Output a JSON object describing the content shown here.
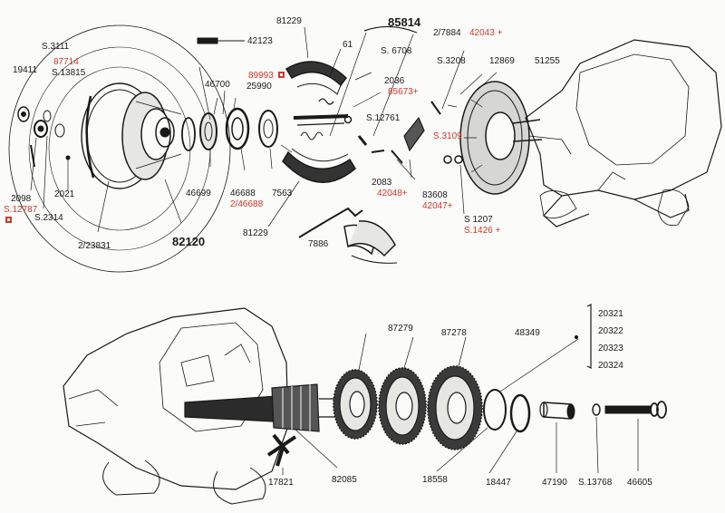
{
  "labels": {
    "n19411": "19411",
    "s3111": "S.3111",
    "n87714": "87714",
    "s13815": "S.13815",
    "n2098": "2098",
    "s12787": "S.12787",
    "s2314": "S.2314",
    "n2021": "2021",
    "n2_23831": "2/23831",
    "n82120": "82120",
    "n42123": "42123",
    "n89993": "89993",
    "n25990": "25990",
    "n46700": "46700",
    "n46699": "46699",
    "n46688": "46688",
    "n2_46688": "2/46688",
    "n7563": "7563",
    "n81229_top": "81229",
    "n61": "61",
    "n85814": "85814",
    "s6708": "S. 6708",
    "n2036": "2036",
    "n85673": "85673+",
    "n2_7884": "2/7884",
    "n42043": "42043 +",
    "s3208": "S.3208",
    "n12869": "12869",
    "n51255": "51255",
    "s12761": "S.12761",
    "s3109": "S.3109",
    "n2083": "2083",
    "n42048": "42048+",
    "n83608": "83608",
    "n42047": "42047+",
    "s1207": "S 1207",
    "s1426": "S.1426 +",
    "n81229_bot": "81229",
    "n7886": "7886",
    "n87279": "87279",
    "n87278": "87278",
    "n48349": "48349",
    "n20321": "20321",
    "n20322": "20322",
    "n20323": "20323",
    "n20324": "20324",
    "n17821": "17821",
    "n82085": "82085",
    "n18558": "18558",
    "n18447": "18447",
    "n47190": "47190",
    "s13768": "S.13768",
    "n46605": "46605"
  },
  "colors": {
    "ink": "#1a1a1a",
    "highlight": "#d0392a",
    "paper": "#fbfbf9"
  }
}
